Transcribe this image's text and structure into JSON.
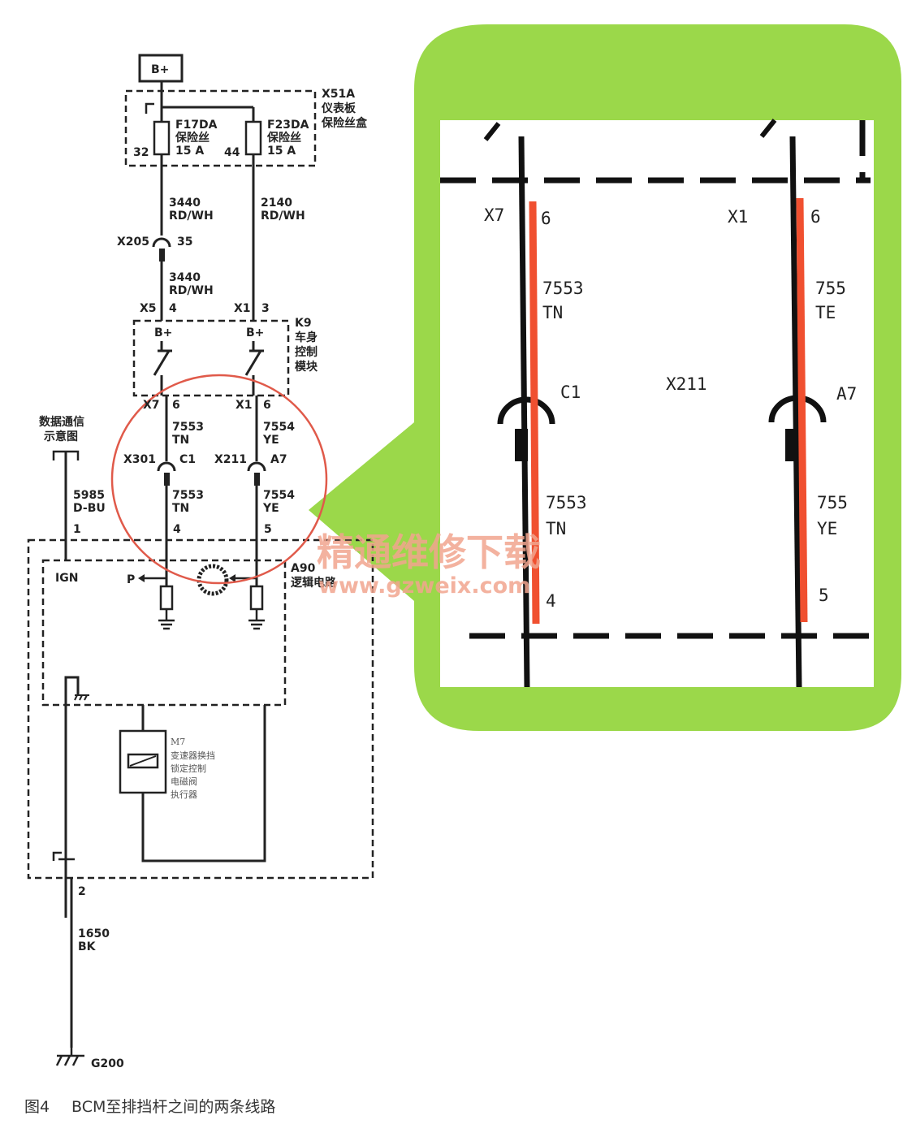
{
  "colors": {
    "wire": "#222222",
    "highlight_circle": "#e05a4a",
    "callout_green": "#9bd84a",
    "highlight_bar": "#f05030",
    "watermark": "#f2a58f"
  },
  "diagram": {
    "top_terminal": "B+",
    "fuse_box": {
      "connector": "X51A",
      "name_line1": "仪表板",
      "name_line2": "保险丝盒",
      "fuse_left": {
        "id": "F17DA",
        "type": "保险丝",
        "rating": "15 A",
        "pin": "32"
      },
      "fuse_right": {
        "id": "F23DA",
        "type": "保险丝",
        "rating": "15 A",
        "pin": "44"
      }
    },
    "wire_3440_top": {
      "circuit": "3440",
      "color": "RD/WH"
    },
    "wire_2140": {
      "circuit": "2140",
      "color": "RD/WH"
    },
    "inline_x205": {
      "connector": "X205",
      "pin": "35"
    },
    "wire_3440_bottom": {
      "circuit": "3440",
      "color": "RD/WH"
    },
    "bcm": {
      "pin_left": {
        "connector": "X5",
        "pin": "4"
      },
      "pin_right": {
        "connector": "X1",
        "pin": "3"
      },
      "bplus_left": "B+",
      "bplus_right": "B+",
      "module_id": "K9",
      "name_line1": "车身",
      "name_line2": "控制",
      "name_line3": "模块",
      "out_left": {
        "connector": "X7",
        "pin": "6"
      },
      "out_right": {
        "connector": "X1",
        "pin": "6"
      }
    },
    "wire_7553_upper": {
      "circuit": "7553",
      "color": "TN"
    },
    "wire_7554_upper": {
      "circuit": "7554",
      "color": "YE"
    },
    "inline_x301": {
      "connector": "X301",
      "pin": "C1"
    },
    "inline_x211": {
      "connector": "X211",
      "pin": "A7"
    },
    "wire_7553_lower": {
      "circuit": "7553",
      "color": "TN"
    },
    "wire_7554_lower": {
      "circuit": "7554",
      "color": "YE"
    },
    "data_comm_line1": "数据通信",
    "data_comm_line2": "示意图",
    "wire_5985": {
      "circuit": "5985",
      "color": "D-BU"
    },
    "actuator": {
      "pin_5985": "1",
      "pin_7553": "4",
      "pin_7554": "5",
      "ign_label": "IGN",
      "p_label": "P",
      "logic_id": "A90",
      "logic_name": "逻辑电路",
      "solenoid_id": "M7",
      "solenoid_line1": "变速器换挡",
      "solenoid_line2": "锁定控制",
      "solenoid_line3": "电磁阀",
      "solenoid_line4": "执行器",
      "ground_pin": "2"
    },
    "wire_1650": {
      "circuit": "1650",
      "color": "BK"
    },
    "ground": "G200"
  },
  "zoom": {
    "left_conn": "X7",
    "left_pin_top": "6",
    "left_circuit_top": "7553",
    "left_color_top": "TN",
    "left_inline_pin": "C1",
    "center_label": "X211",
    "left_circuit_bottom": "7553",
    "left_color_bottom": "TN",
    "left_pin_bottom": "4",
    "right_conn": "X1",
    "right_pin_top": "6",
    "right_circuit_top": "755",
    "right_color_top": "TE",
    "right_inline_pin": "A7",
    "right_circuit_bottom": "755",
    "right_color_bottom": "YE",
    "right_pin_bottom": "5"
  },
  "watermark": {
    "line1": "精通维修下载",
    "line2": "www.gzweix.com"
  },
  "caption": {
    "fig": "图4",
    "text": "BCM至排挡杆之间的两条线路"
  }
}
